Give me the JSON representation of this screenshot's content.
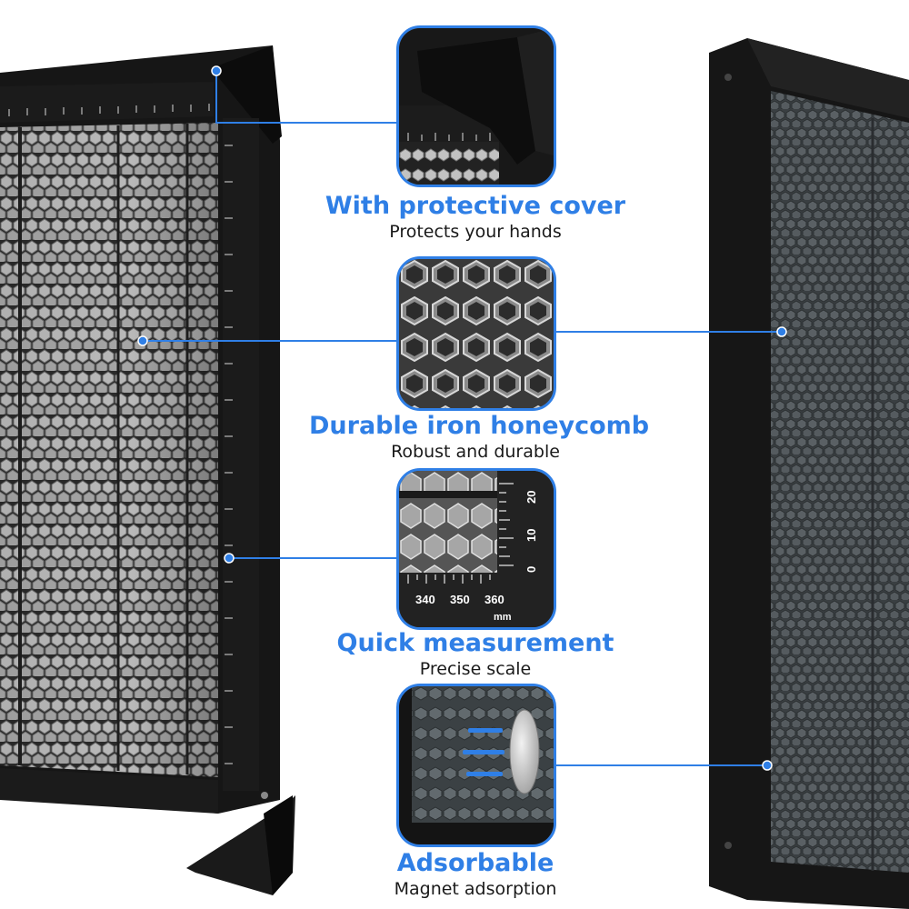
{
  "features": [
    {
      "title": "With protective cover",
      "subtitle": "Protects your hands",
      "icon": "corner-cover-icon"
    },
    {
      "title": "Durable iron honeycomb",
      "subtitle": "Robust and durable",
      "icon": "honeycomb-mesh-icon"
    },
    {
      "title": "Quick measurement",
      "subtitle": "Precise scale",
      "icon": "ruler-scale-icon"
    },
    {
      "title": "Adsorbable",
      "subtitle": "Magnet adsorption",
      "icon": "magnet-icon"
    }
  ],
  "scale_detail": {
    "x_labels": [
      "340",
      "350",
      "360"
    ],
    "y_labels": [
      "20",
      "10",
      "0"
    ],
    "unit": "mm"
  },
  "colors": {
    "accent": "#2f7fe6",
    "frame": "#141414",
    "mesh_light": "#a9a9a9",
    "mesh_dark": "#4e5458"
  }
}
